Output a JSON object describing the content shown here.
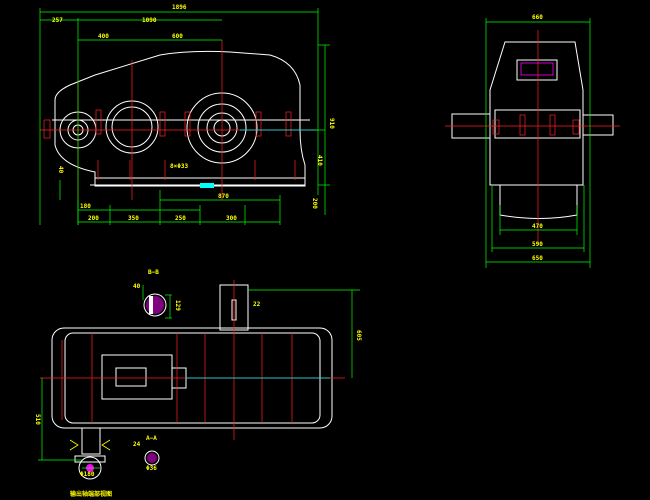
{
  "front_view": {
    "dims": {
      "overall_length": "1896",
      "left_ext": "257",
      "span_top": "1090",
      "span_a": "400",
      "span_b": "600",
      "height_total": "910",
      "height_axis": "410",
      "height_base": "200",
      "small_40": "40",
      "base_180": "180",
      "b_200": "200",
      "b_350": "350",
      "b_250": "250",
      "b_300": "300",
      "b_870": "870",
      "holes": "8×Φ33"
    }
  },
  "side_view": {
    "dims": {
      "top_width": "660",
      "w_470": "470",
      "w_590": "590",
      "w_650": "650"
    }
  },
  "plan_view": {
    "section_label": "B—B",
    "section_label2": "A—A",
    "dims": {
      "d40": "40",
      "d129": "129",
      "d22": "22",
      "d605": "605",
      "d510": "510",
      "d24": "24",
      "d36": "Φ36",
      "d180": "Φ180"
    },
    "caption": "输出轴端部视图"
  },
  "colors": {
    "background": "#000000",
    "outline": "#ffffff",
    "dimension": "#00ff00",
    "text": "#ffff00",
    "centerline": "#ff2020",
    "hidden": "#00ffff",
    "accent": "#ff00ff"
  }
}
